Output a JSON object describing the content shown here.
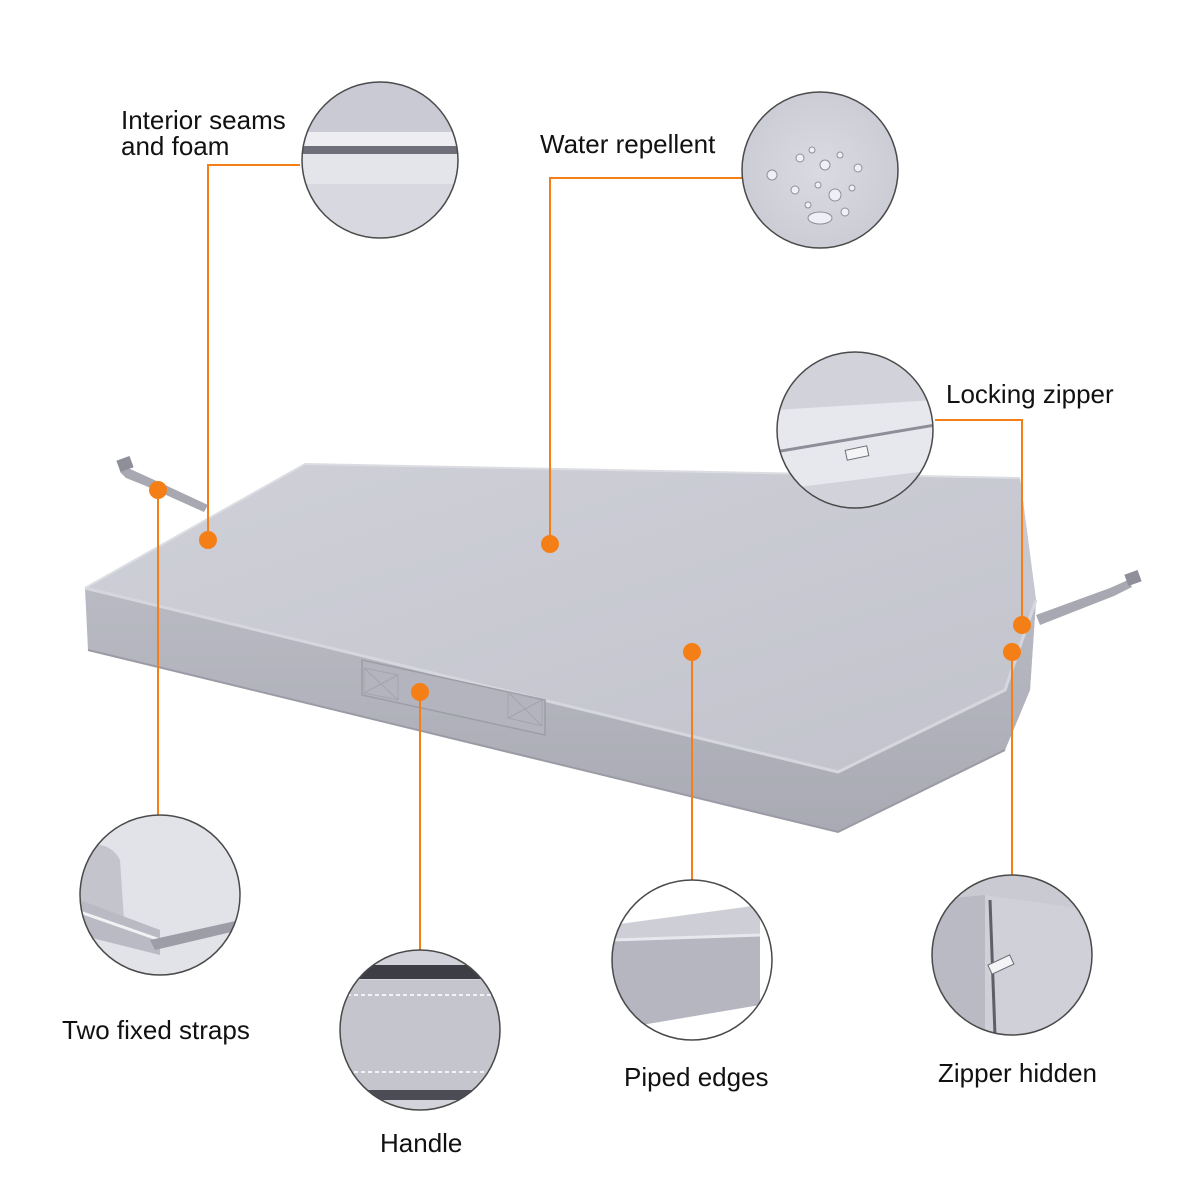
{
  "colors": {
    "accent": "#f57f17",
    "fabric_top": "#c6c7d0",
    "fabric_side": "#b4b5be",
    "fabric_dark": "#9d9ea8",
    "bubble_border": "#4a4a4a"
  },
  "features": {
    "interior_seams": {
      "label": "Interior seams\nand foam",
      "icon": "seam-foam-detail"
    },
    "water_repellent": {
      "label": "Water repellent",
      "icon": "water-droplets-detail"
    },
    "locking_zipper": {
      "label": "Locking zipper",
      "icon": "zipper-detail"
    },
    "two_fixed_straps": {
      "label": "Two fixed straps",
      "icon": "strap-detail"
    },
    "handle": {
      "label": "Handle",
      "icon": "handle-detail"
    },
    "piped_edges": {
      "label": "Piped edges",
      "icon": "piped-edge-detail"
    },
    "zipper_hidden": {
      "label": "Zipper hidden",
      "icon": "hidden-zipper-detail"
    }
  }
}
